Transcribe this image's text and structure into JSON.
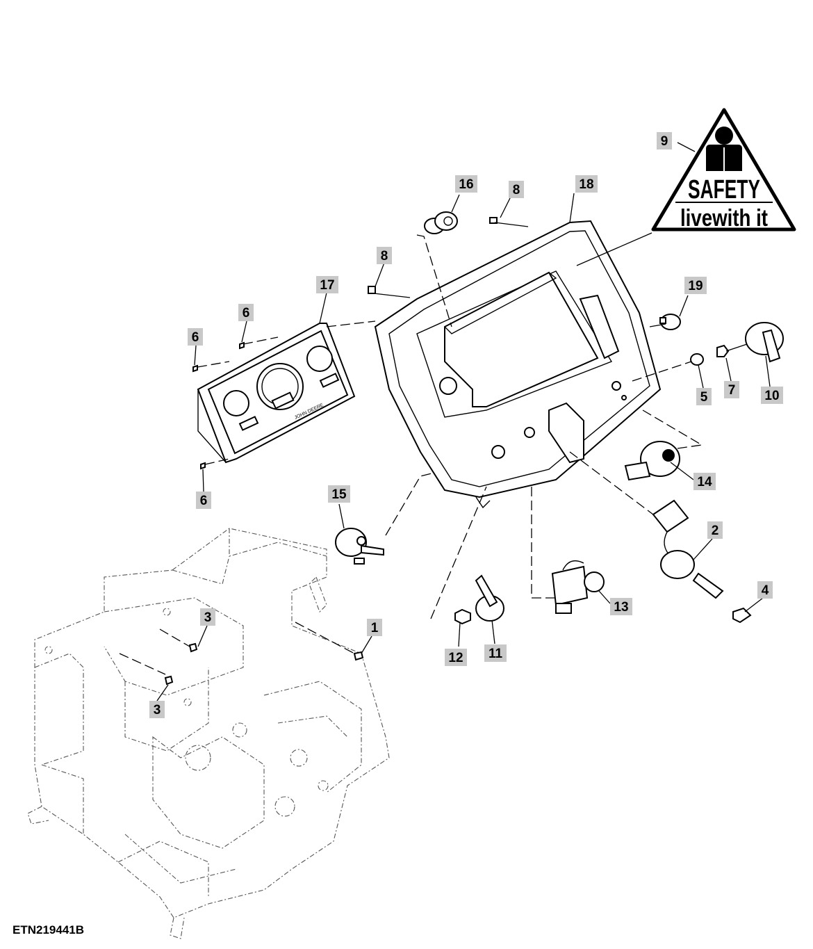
{
  "figure_id": "ETN219441B",
  "safety_decal": {
    "line1": "SAFETY",
    "line2": "livewith it"
  },
  "instrument_cluster_brand": "JOHN DEERE",
  "callouts": [
    "1",
    "2",
    "3",
    "3",
    "4",
    "5",
    "6",
    "6",
    "6",
    "7",
    "8",
    "8",
    "9",
    "10",
    "11",
    "12",
    "13",
    "14",
    "15",
    "16",
    "17",
    "18",
    "19"
  ],
  "colors": {
    "callout_bg": "#c8c8c8",
    "line": "#000000"
  }
}
